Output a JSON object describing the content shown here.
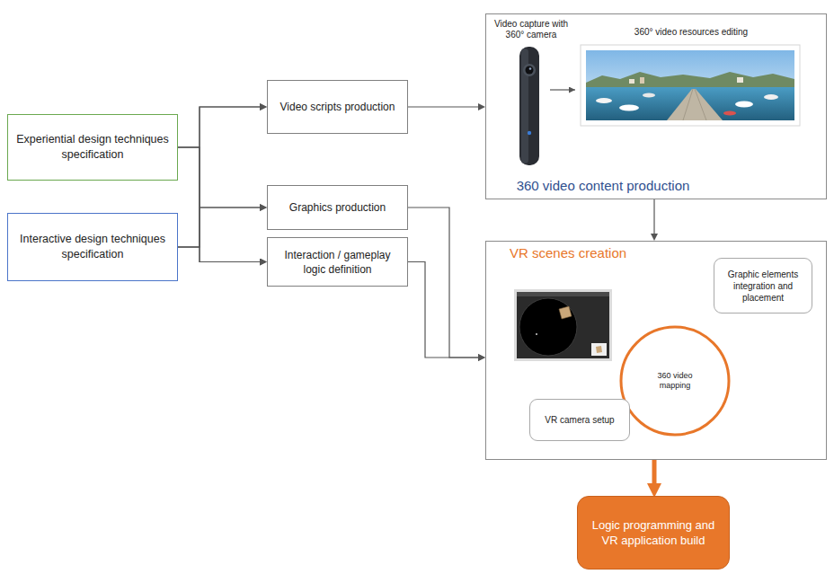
{
  "diagram": {
    "nodes": [
      {
        "text": [
          "Experiential design techniques specification"
        ]
      },
      {
        "text": [
          "Interactive design techniques specification"
        ]
      },
      {
        "text": [
          "Video scripts production"
        ]
      },
      {
        "text": [
          "Graphics production"
        ]
      },
      {
        "text": [
          "Interaction / gameplay logic definition"
        ]
      },
      {
        "text": [
          "Video capture with 360° camera",
          "360° video resources editing",
          "360 video content production"
        ]
      },
      {
        "text": [
          "VR scenes creation"
        ]
      },
      {
        "text": [
          "Graphic elements integration and placement"
        ],
        "in": 6
      },
      {
        "text": [
          "360 video mapping"
        ],
        "in": 6
      },
      {
        "text": [
          "VR camera setup"
        ],
        "in": 6
      },
      {
        "text": [
          "Logic programming and VR application build"
        ]
      }
    ],
    "edges": [
      {
        "from": 0,
        "to": 2,
        "arrow": "to"
      },
      {
        "from": 0,
        "to": 3,
        "arrow": "to"
      },
      {
        "from": 0,
        "to": 4,
        "arrow": "to"
      },
      {
        "from": 1,
        "to": 2,
        "arrow": "to"
      },
      {
        "from": 1,
        "to": 3,
        "arrow": "to"
      },
      {
        "from": 1,
        "to": 4,
        "arrow": "to"
      },
      {
        "from": 2,
        "to": 5,
        "arrow": "to"
      },
      {
        "from": 5,
        "to": 6,
        "arrow": "to"
      },
      {
        "from": 3,
        "to": 6,
        "arrow": "to"
      },
      {
        "from": 4,
        "to": 6,
        "arrow": "to"
      },
      {
        "from": 6,
        "to": 10,
        "arrow": "to"
      }
    ]
  }
}
